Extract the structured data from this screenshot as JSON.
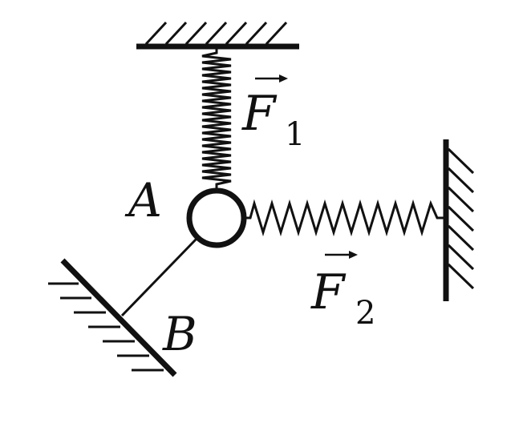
{
  "labels": {
    "point_a": "A",
    "point_b": "B",
    "force_1": {
      "symbol": "F",
      "subscript": "1"
    },
    "force_2": {
      "symbol": "F",
      "subscript": "2"
    }
  },
  "colors": {
    "ink": "#111111",
    "background": "#ffffff"
  }
}
